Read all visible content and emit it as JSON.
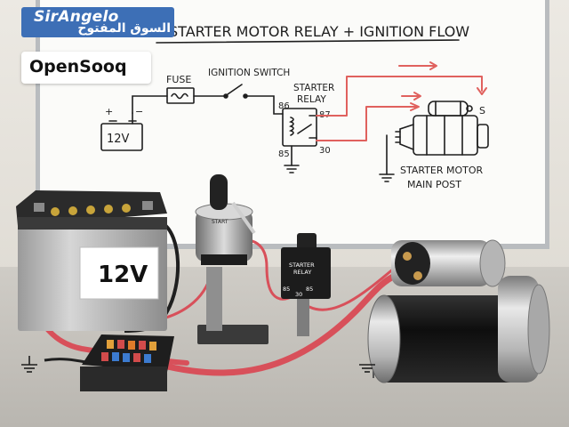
{
  "diagram": {
    "title": "STARTER MOTOR RELAY + IGNITION FLOW",
    "battery_label": "12V",
    "battery_plus": "+",
    "battery_minus": "−",
    "fuse_label": "FUSE",
    "ignition_switch_label": "IGNITION SWITCH",
    "relay_label_line1": "STARTER",
    "relay_label_line2": "RELAY",
    "pin_86": "86",
    "pin_85": "85",
    "pin_87": "87",
    "pin_30": "30",
    "terminal_s": "S",
    "motor_label_line1": "STARTER MOTOR",
    "motor_label_line2": "MAIN POST"
  },
  "scene": {
    "battery_label": "12V",
    "switch_start_label": "START",
    "relay_label_line1": "STARTER",
    "relay_label_line2": "RELAY",
    "relay_pin_85_left": "85",
    "relay_pin_85_right": "85",
    "relay_pin_30": "30"
  },
  "watermark": {
    "brand_latin": "SirAngelo",
    "brand_arabic": "السوق المفتوح",
    "opensooq_logo": "OpenSooq"
  },
  "colors": {
    "wire_red": "#d8505a",
    "arrow_red": "#e0615e",
    "ink": "#1e1e1e",
    "whiteboard": "#fbfbf9"
  }
}
